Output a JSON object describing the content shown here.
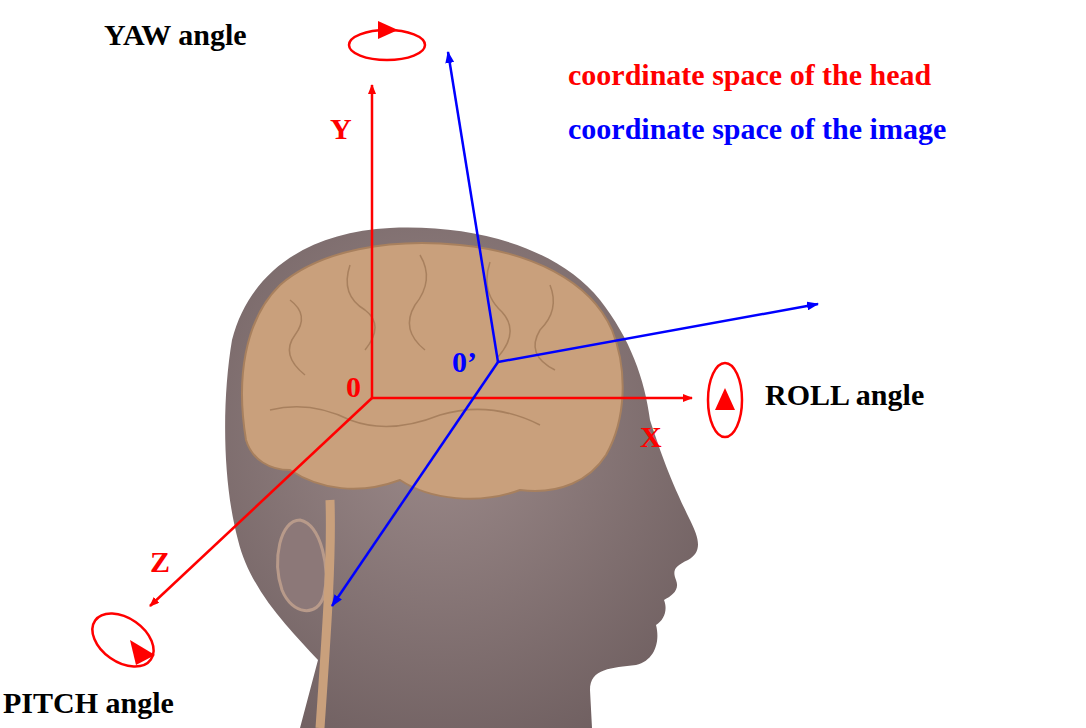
{
  "diagram": {
    "labels": [
      "YAW angle",
      "coordinate space of the head",
      "coordinate space of the image",
      "Y",
      "0",
      "0’",
      "X",
      "ROLL angle",
      "Z",
      "PITCH angle"
    ]
  }
}
